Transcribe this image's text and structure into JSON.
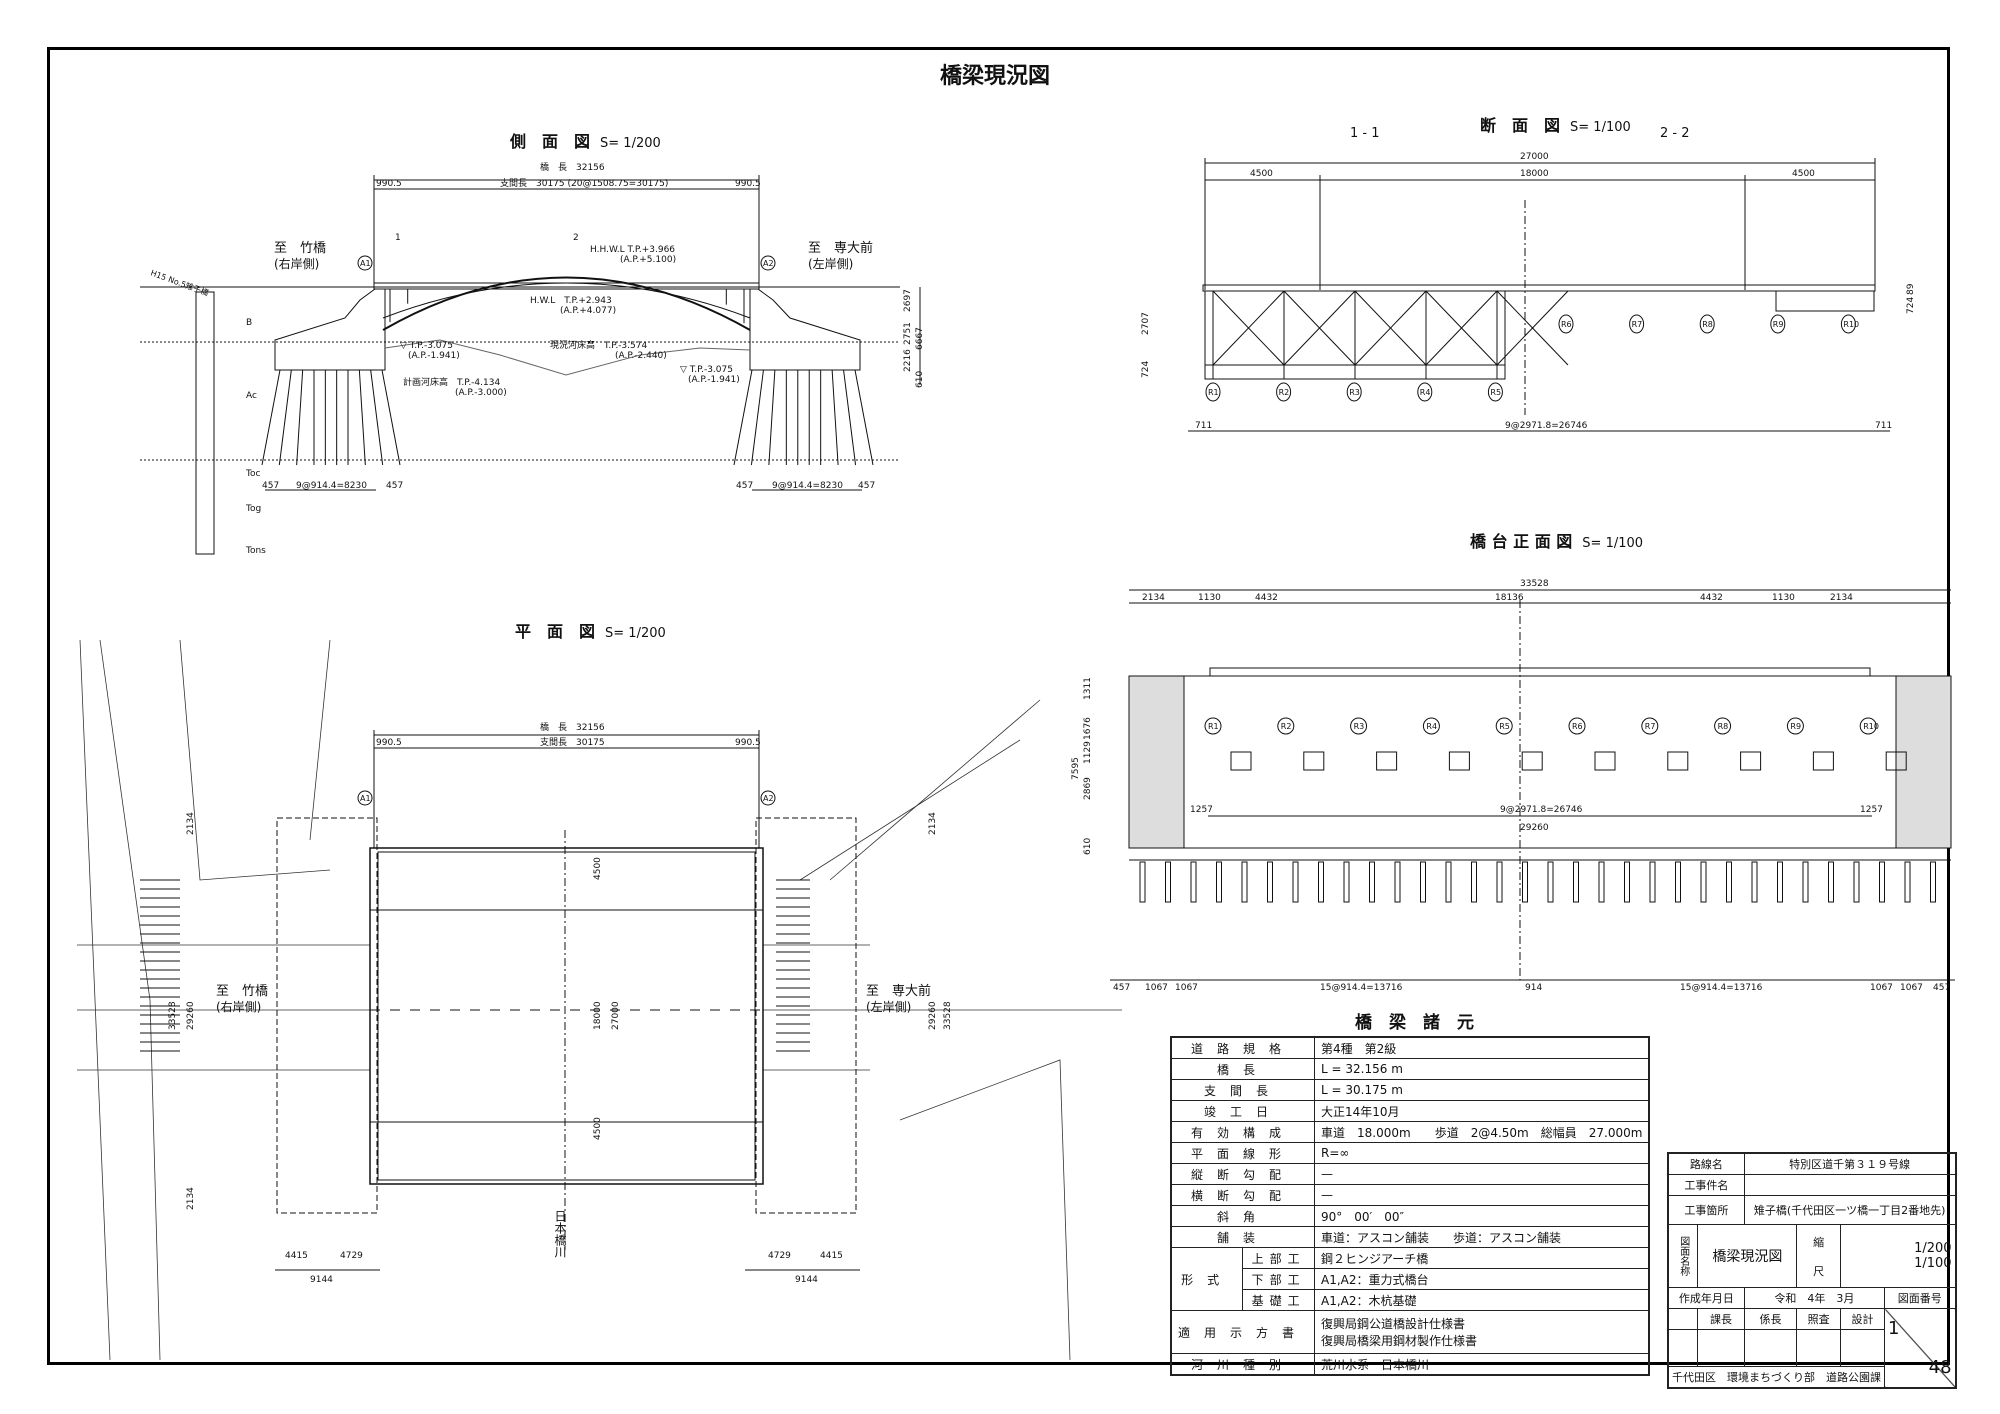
{
  "title": "橋梁現況図",
  "side_view": {
    "title": "側　面　図",
    "scale": "S= 1/200",
    "bridge_length": "橋　長　32156",
    "span": "支間長　30175 (20@1508.75=30175)",
    "edge_left": "990.5",
    "edge_right": "990.5",
    "to_left": "至　竹橋",
    "to_left_sub": "(右岸側)",
    "to_right": "至　専大前",
    "to_right_sub": "(左岸側)",
    "a1": "A1",
    "a2": "A2",
    "hhwl": "H.H.W.L T.P.+3.966",
    "hhwl_ap": "(A.P.+5.100)",
    "hwl": "H.W.L　T.P.+2.943",
    "hwl_ap": "(A.P.+4.077)",
    "wl_left": "▽ T.P.-3.075",
    "wl_left_ap": "(A.P.-1.941)",
    "wl_right": "▽ T.P.-3.075",
    "wl_right_ap": "(A.P.-1.941)",
    "bed_now": "現況河床高　T.P.-3.574",
    "bed_now_ap": "(A.P.-2.440)",
    "bed_plan": "計画河床高　T.P.-4.134",
    "bed_plan_ap": "(A.P.-3.000)",
    "boring": "H15 No.5雉子橋",
    "layers": [
      "B",
      "Ac",
      "Toc",
      "Tog",
      "Tons"
    ],
    "pile_dims_left": [
      "457",
      "9@914.4=8230",
      "457"
    ],
    "pile_dims_right": [
      "457",
      "9@914.4=8230",
      "457"
    ],
    "height_dims": [
      "2697",
      "6667",
      "2751",
      "2216",
      "610"
    ],
    "section_marks": [
      "1",
      "2"
    ]
  },
  "section_view": {
    "title": "断　面　図",
    "scale": "S= 1/100",
    "cut1": "1 - 1",
    "cut2": "2 - 2",
    "total": "27000",
    "walk_left": "4500",
    "road": "18000",
    "walk_right": "4500",
    "height_main": "2707",
    "height_chord": "724",
    "height_right": [
      "89",
      "724"
    ],
    "bottom": [
      "711",
      "9@2971.8=26746",
      "711"
    ],
    "girders": [
      "R1",
      "R2",
      "R3",
      "R4",
      "R5",
      "R6",
      "R7",
      "R8",
      "R9",
      "R10"
    ]
  },
  "abutment_view": {
    "title": "橋 台 正 面 図",
    "scale": "S= 1/100",
    "total": "33528",
    "top_dims": [
      "2134",
      "1130",
      "4432",
      "18136",
      "4432",
      "1130",
      "2134"
    ],
    "heights": [
      "1311",
      "1676",
      "1129",
      "2869",
      "610",
      "7595"
    ],
    "mid_dims": [
      "1257",
      "9@2971.8=26746",
      "1257"
    ],
    "width": "29260",
    "bottom_dims": [
      "457",
      "1067",
      "1067",
      "15@914.4=13716",
      "914",
      "15@914.4=13716",
      "1067",
      "1067",
      "457"
    ]
  },
  "plan_view": {
    "title": "平　面　図",
    "scale": "S= 1/200",
    "bridge_length": "橋　長　32156",
    "span": "支間長　30175",
    "edge_left": "990.5",
    "edge_right": "990.5",
    "to_left": "至　竹橋",
    "to_left_sub": "(右岸側)",
    "to_right": "至　専大前",
    "to_right_sub": "(左岸側)",
    "river": "日本橋川",
    "dims": [
      "4500",
      "18000",
      "27000",
      "4500",
      "33528",
      "29260",
      "29260",
      "33528",
      "2134",
      "2134",
      "2134"
    ],
    "bottom_left": [
      "4415",
      "4729",
      "9144"
    ],
    "bottom_right": [
      "4729",
      "4415",
      "9144"
    ],
    "a1": "A1",
    "a2": "A2"
  },
  "specs": {
    "title": "橋　梁　諸　元",
    "rows": [
      {
        "label": "道路規格",
        "value": "第4種　第2級"
      },
      {
        "label": "橋長",
        "value": "L = 32.156 m"
      },
      {
        "label": "支間長",
        "value": "L = 30.175 m"
      },
      {
        "label": "竣工日",
        "value": "大正14年10月"
      },
      {
        "label": "有効構成",
        "value": "車道　18.000m　　歩道　2@4.50m　総幅員　27.000m"
      },
      {
        "label": "平面線形",
        "value": "R=∞"
      },
      {
        "label": "縦断勾配",
        "value": "—"
      },
      {
        "label": "横断勾配",
        "value": "—"
      },
      {
        "label": "斜角",
        "value": "90°　00′　00″"
      },
      {
        "label": "舗装",
        "value": "車道：アスコン舗装　　歩道：アスコン舗装"
      }
    ],
    "type_label": "形式",
    "type_rows": [
      {
        "label": "上部工",
        "value": "鋼２ヒンジアーチ橋"
      },
      {
        "label": "下部工",
        "value": "A1,A2：重力式橋台"
      },
      {
        "label": "基礎工",
        "value": "A1,A2：木杭基礎"
      }
    ],
    "spec_label": "適用示方書",
    "spec_value_1": "復興局鋼公道橋設計仕様書",
    "spec_value_2": "復興局橋梁用鋼材製作仕様書",
    "river_label": "河川種別",
    "river_value": "荒川水系　日本橋川"
  },
  "title_block": {
    "route_label": "路線名",
    "route": "特別区道千第３１９号線",
    "work_label": "工事件名",
    "work": "",
    "place_label": "工事箇所",
    "place": "雉子橋(千代田区一ツ橋一丁目2番地先)",
    "drawing_label": "図面名称",
    "drawing": "橋梁現況図",
    "scale_label_1": "縮",
    "scale_label_2": "尺",
    "scale_1": "1/200",
    "scale_2": "1/100",
    "date_label": "作成年月日",
    "date": "令和　4年　3月",
    "number_label": "図面番号",
    "roles": [
      "課長",
      "係長",
      "照査",
      "設計"
    ],
    "sheet": "1",
    "total": "48",
    "dept": "千代田区　環境まちづくり部　道路公園課"
  }
}
